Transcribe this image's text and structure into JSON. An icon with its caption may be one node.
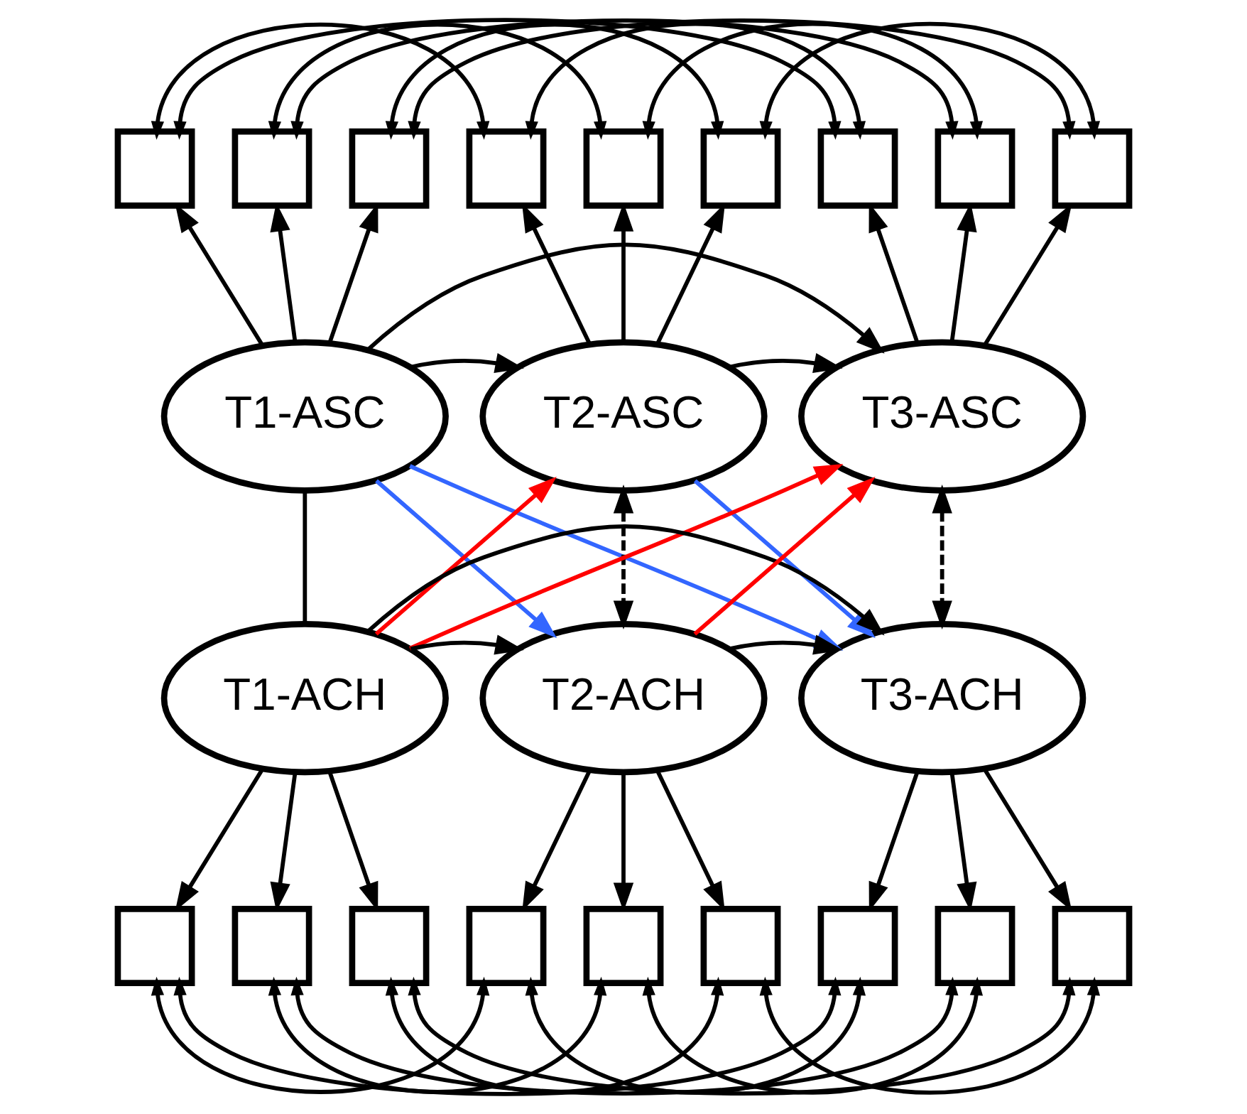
{
  "diagram": {
    "nodes": [
      {
        "text": [],
        "shape": "box"
      },
      {
        "text": [],
        "shape": "box"
      },
      {
        "text": [],
        "shape": "box"
      },
      {
        "text": [],
        "shape": "box"
      },
      {
        "text": [],
        "shape": "box"
      },
      {
        "text": [],
        "shape": "box"
      },
      {
        "text": [],
        "shape": "box"
      },
      {
        "text": [],
        "shape": "box"
      },
      {
        "text": [],
        "shape": "box"
      },
      {
        "text": [
          "T1-ASC"
        ]
      },
      {
        "text": [
          "T2-ASC"
        ]
      },
      {
        "text": [
          "T3-ASC"
        ]
      },
      {
        "text": [
          "T1-ACH"
        ]
      },
      {
        "text": [
          "T2-ACH"
        ]
      },
      {
        "text": [
          "T3-ACH"
        ]
      },
      {
        "text": [],
        "shape": "box"
      },
      {
        "text": [],
        "shape": "box"
      },
      {
        "text": [],
        "shape": "box"
      },
      {
        "text": [],
        "shape": "box"
      },
      {
        "text": [],
        "shape": "box"
      },
      {
        "text": [],
        "shape": "box"
      },
      {
        "text": [],
        "shape": "box"
      },
      {
        "text": [],
        "shape": "box"
      },
      {
        "text": [],
        "shape": "box"
      }
    ],
    "edges": [
      {
        "from": 9,
        "to": 0,
        "arrow": "to"
      },
      {
        "from": 9,
        "to": 1,
        "arrow": "to"
      },
      {
        "from": 9,
        "to": 2,
        "arrow": "to"
      },
      {
        "from": 10,
        "to": 3,
        "arrow": "to"
      },
      {
        "from": 10,
        "to": 4,
        "arrow": "to"
      },
      {
        "from": 10,
        "to": 5,
        "arrow": "to"
      },
      {
        "from": 11,
        "to": 6,
        "arrow": "to"
      },
      {
        "from": 11,
        "to": 7,
        "arrow": "to"
      },
      {
        "from": 11,
        "to": 8,
        "arrow": "to"
      },
      {
        "from": 12,
        "to": 15,
        "arrow": "to"
      },
      {
        "from": 12,
        "to": 16,
        "arrow": "to"
      },
      {
        "from": 12,
        "to": 17,
        "arrow": "to"
      },
      {
        "from": 13,
        "to": 18,
        "arrow": "to"
      },
      {
        "from": 13,
        "to": 19,
        "arrow": "to"
      },
      {
        "from": 13,
        "to": 20,
        "arrow": "to"
      },
      {
        "from": 14,
        "to": 21,
        "arrow": "to"
      },
      {
        "from": 14,
        "to": 22,
        "arrow": "to"
      },
      {
        "from": 14,
        "to": 23,
        "arrow": "to"
      },
      {
        "from": 0,
        "to": 3,
        "arrow": "both"
      },
      {
        "from": 0,
        "to": 6,
        "arrow": "both"
      },
      {
        "from": 3,
        "to": 6,
        "arrow": "both"
      },
      {
        "from": 1,
        "to": 4,
        "arrow": "both"
      },
      {
        "from": 1,
        "to": 7,
        "arrow": "both"
      },
      {
        "from": 4,
        "to": 7,
        "arrow": "both"
      },
      {
        "from": 2,
        "to": 5,
        "arrow": "both"
      },
      {
        "from": 2,
        "to": 8,
        "arrow": "both"
      },
      {
        "from": 5,
        "to": 8,
        "arrow": "both"
      },
      {
        "from": 15,
        "to": 18,
        "arrow": "both"
      },
      {
        "from": 15,
        "to": 21,
        "arrow": "both"
      },
      {
        "from": 18,
        "to": 21,
        "arrow": "both"
      },
      {
        "from": 16,
        "to": 19,
        "arrow": "both"
      },
      {
        "from": 16,
        "to": 22,
        "arrow": "both"
      },
      {
        "from": 19,
        "to": 22,
        "arrow": "both"
      },
      {
        "from": 17,
        "to": 20,
        "arrow": "both"
      },
      {
        "from": 17,
        "to": 23,
        "arrow": "both"
      },
      {
        "from": 20,
        "to": 23,
        "arrow": "both"
      },
      {
        "from": 9,
        "to": 10,
        "arrow": "to"
      },
      {
        "from": 10,
        "to": 11,
        "arrow": "to"
      },
      {
        "from": 9,
        "to": 11,
        "arrow": "to"
      },
      {
        "from": 12,
        "to": 13,
        "arrow": "to"
      },
      {
        "from": 13,
        "to": 14,
        "arrow": "to"
      },
      {
        "from": 12,
        "to": 14,
        "arrow": "to"
      },
      {
        "from": 9,
        "to": 13,
        "arrow": "to",
        "color": "#3366ff"
      },
      {
        "from": 9,
        "to": 14,
        "arrow": "to",
        "color": "#3366ff"
      },
      {
        "from": 10,
        "to": 14,
        "arrow": "to",
        "color": "#3366ff"
      },
      {
        "from": 12,
        "to": 10,
        "arrow": "to",
        "color": "#ff0000"
      },
      {
        "from": 12,
        "to": 11,
        "arrow": "to",
        "color": "#ff0000"
      },
      {
        "from": 13,
        "to": 11,
        "arrow": "to",
        "color": "#ff0000"
      },
      {
        "from": 9,
        "to": 12,
        "arrow": "none"
      },
      {
        "from": 10,
        "to": 13,
        "arrow": "both",
        "style": "dashed"
      },
      {
        "from": 11,
        "to": 14,
        "arrow": "both",
        "style": "dashed"
      }
    ]
  }
}
